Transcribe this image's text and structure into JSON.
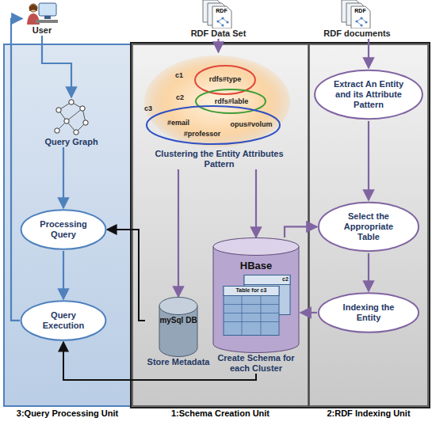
{
  "diagram": {
    "nodes": [
      {
        "text": [
          "User"
        ]
      },
      {
        "text": [
          "RDF",
          "RDF Data Set"
        ]
      },
      {
        "text": [
          "RDF",
          "RDF documents"
        ]
      },
      {
        "text": [
          "3:Query Processing Unit"
        ]
      },
      {
        "text": [
          "Query Graph"
        ],
        "in": 3
      },
      {
        "text": [
          "Processing Query"
        ],
        "in": 3
      },
      {
        "text": [
          "Query Execution"
        ],
        "in": 3
      },
      {
        "text": [
          "1:Schema Creation Unit"
        ]
      },
      {
        "text": [
          "Clustering the Entity Attributes Pattern",
          "c1",
          "rdfs#type",
          "c2",
          "rdfs#lable",
          "c3",
          "opus#volum",
          "#email",
          "#professor"
        ],
        "in": 7
      },
      {
        "text": [
          "mySql DB",
          "Store Metadata"
        ],
        "in": 7
      },
      {
        "text": [
          "HBase",
          "Table for c3",
          "c2",
          "Create Schema for each Cluster"
        ],
        "in": 7
      },
      {
        "text": [
          "2:RDF Indexing Unit"
        ]
      },
      {
        "text": [
          "Extract An Entity and its Attribute Pattern"
        ],
        "in": 11
      },
      {
        "text": [
          "Select the Appropriate Table"
        ],
        "in": 11
      },
      {
        "text": [
          "Indexing the Entity"
        ],
        "in": 11
      }
    ],
    "edges": [
      {
        "from": 0,
        "to": 4,
        "arrow": "to"
      },
      {
        "from": 4,
        "to": 5,
        "arrow": "to"
      },
      {
        "from": 5,
        "to": 6,
        "arrow": "to"
      },
      {
        "from": 6,
        "to": 0,
        "arrow": "to"
      },
      {
        "from": 1,
        "to": 8,
        "arrow": "to"
      },
      {
        "from": 8,
        "to": 9,
        "arrow": "to"
      },
      {
        "from": 8,
        "to": 10,
        "arrow": "to"
      },
      {
        "from": 9,
        "to": 5,
        "arrow": "to"
      },
      {
        "from": 10,
        "to": 6,
        "arrow": "to"
      },
      {
        "from": 2,
        "to": 12,
        "arrow": "to"
      },
      {
        "from": 12,
        "to": 13,
        "arrow": "to"
      },
      {
        "from": 13,
        "to": 14,
        "arrow": "to"
      },
      {
        "from": 14,
        "to": 10,
        "arrow": "to"
      },
      {
        "from": 10,
        "to": 13,
        "arrow": "to"
      }
    ]
  }
}
